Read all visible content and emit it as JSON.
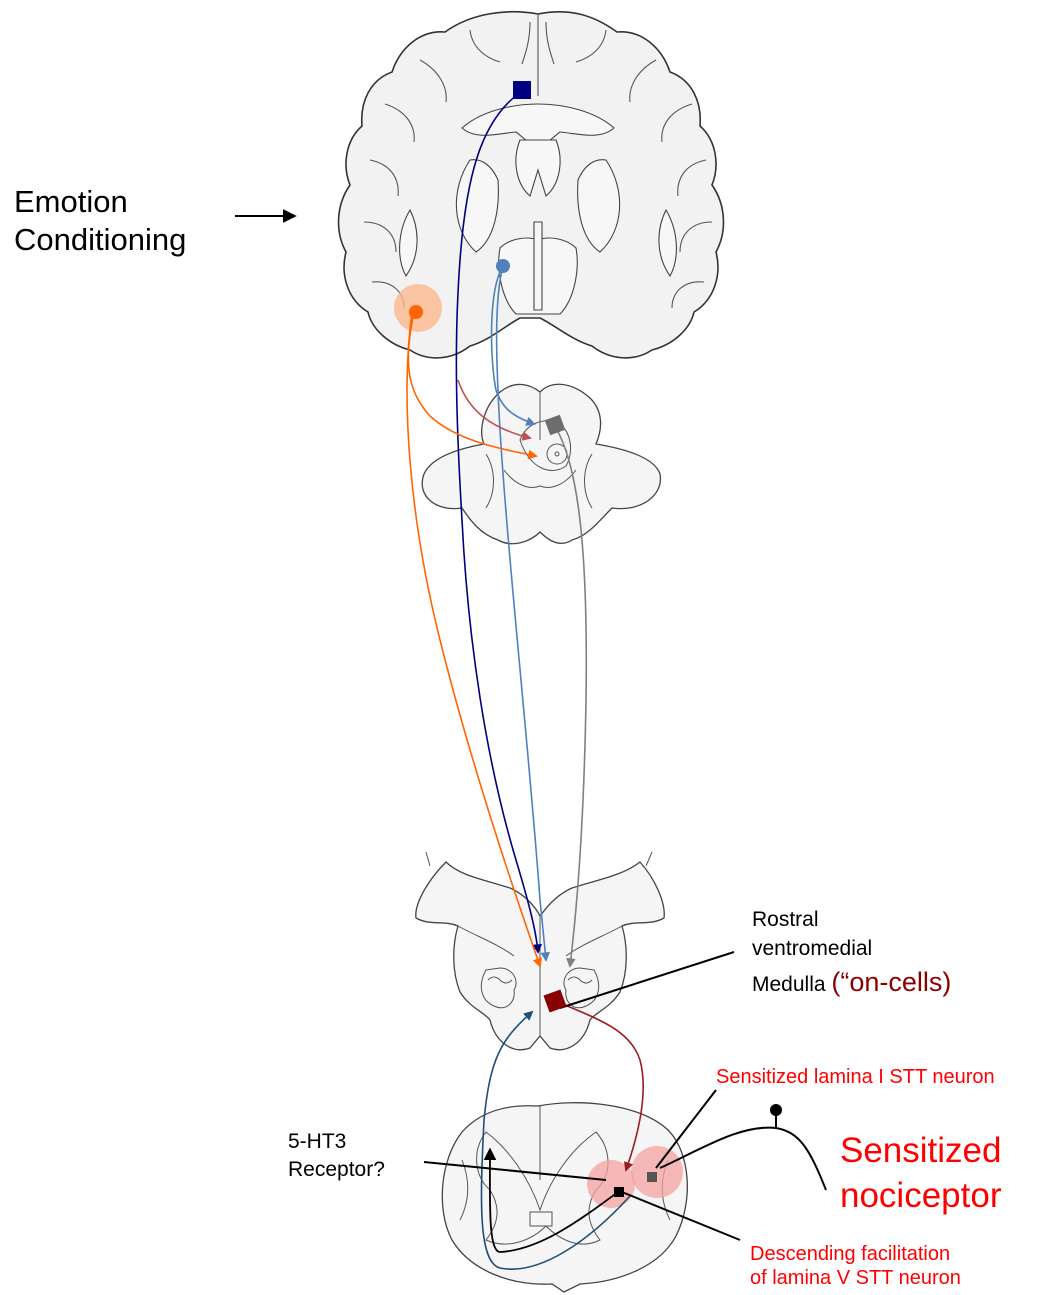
{
  "labels": {
    "emotion_line1": "Emotion",
    "emotion_line2": "Conditioning",
    "rvm_line1": "Rostral",
    "rvm_line2": "ventromedial",
    "rvm_line3": "Medulla",
    "rvm_oncells": "(“on-cells)",
    "ht3_line1": "5-HT3",
    "ht3_line2": "Receptor?",
    "stt1": "Sensitized lamina I STT neuron",
    "nociceptor_line1": "Sensitized",
    "nociceptor_line2": "nociceptor",
    "stt5_line1": "Descending facilitation",
    "stt5_line2": "of lamina V STT neuron"
  },
  "colors": {
    "navy": "#000080",
    "light_blue": "#4f81bd",
    "orange": "#ff6600",
    "dark_red": "#9b1c1c",
    "rust": "#c0504d",
    "gray": "#808080",
    "steel_blue": "#1f4e79",
    "label_red": "#ff0000",
    "oncells_red": "#8b0000",
    "highlight_pink": "#f4a0a0",
    "highlight_peach": "#fbb88f"
  }
}
